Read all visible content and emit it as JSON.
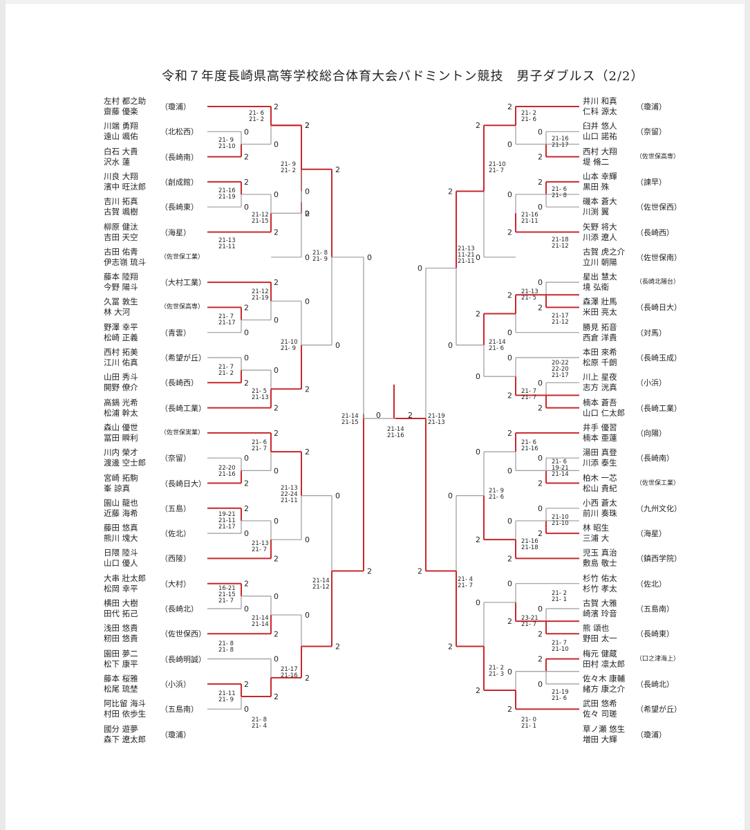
{
  "title": "令和７年度長崎県高等学校総合体育大会バドミントン競技　男子ダブルス（2/2）",
  "colors": {
    "winner": "#c8262b",
    "loser": "#9a9a9a",
    "text": "#222222"
  },
  "left_entries": [
    {
      "p1": "左村 都之助",
      "p2": "齋藤 優楽",
      "school": "（瓊浦）"
    },
    {
      "p1": "川端 勇翔",
      "p2": "遠山 颯佑",
      "school": "（北松西）"
    },
    {
      "p1": "白石 大貴",
      "p2": "沢水 蓮",
      "school": "（長崎南）"
    },
    {
      "p1": "川良 大翔",
      "p2": "濱中 旺汰郎",
      "school": "（創成館）"
    },
    {
      "p1": "吉川 拓真",
      "p2": "古賀 颯樹",
      "school": "（長崎東）"
    },
    {
      "p1": "柳原 健汰",
      "p2": "吉田 天空",
      "school": "（海星）"
    },
    {
      "p1": "古田 佑青",
      "p2": "伊志嶺 琉斗",
      "school": "（佐世保工業）",
      "small": true
    },
    {
      "p1": "藤本 陸翔",
      "p2": "今野 陽斗",
      "school": "（大村工業）"
    },
    {
      "p1": "久冨 敦生",
      "p2": "林 大河",
      "school": "（佐世保高専）",
      "small": true
    },
    {
      "p1": "野澤 幸平",
      "p2": "松崎 正義",
      "school": "（青雲）"
    },
    {
      "p1": "西村 拓美",
      "p2": "江川 佑真",
      "school": "（希望が丘）"
    },
    {
      "p1": "山田 秀斗",
      "p2": "開野 僚介",
      "school": "（長崎西）"
    },
    {
      "p1": "高鍋 光希",
      "p2": "松浦 幹太",
      "school": "（長崎工業）"
    },
    {
      "p1": "森山 優世",
      "p2": "冨田 瞬利",
      "school": "（佐世保実業）",
      "small": true
    },
    {
      "p1": "川内 榮才",
      "p2": "渡邊 空士郎",
      "school": "（奈留）"
    },
    {
      "p1": "宮崎 拓駒",
      "p2": "峯 諒真",
      "school": "（長崎日大）"
    },
    {
      "p1": "園山 龍也",
      "p2": "近藤 海希",
      "school": "（五島）"
    },
    {
      "p1": "藤田 悠真",
      "p2": "熊川 塊大",
      "school": "（佐北）"
    },
    {
      "p1": "日隈 陸斗",
      "p2": "山口 優人",
      "school": "（西陵）"
    },
    {
      "p1": "大串 壯太郎",
      "p2": "松岡 幸平",
      "school": "（大村）"
    },
    {
      "p1": "横田 大樹",
      "p2": "田代 拓己",
      "school": "（長崎北）"
    },
    {
      "p1": "浅田 悠貴",
      "p2": "籾田 悠貴",
      "school": "（佐世保西）"
    },
    {
      "p1": "園田 夢二",
      "p2": "松下 康平",
      "school": "（長崎明誠）"
    },
    {
      "p1": "藤本 桜雅",
      "p2": "松尾 琉埜",
      "school": "（小浜）"
    },
    {
      "p1": "阿比留 海斗",
      "p2": "村田 依歩生",
      "school": "（五島南）"
    },
    {
      "p1": "國分 遊夢",
      "p2": "森下 遼太郎",
      "school": "（瓊浦）"
    }
  ],
  "right_entries": [
    {
      "p1": "井川 和真",
      "p2": "仁科 源太",
      "school": "（瓊浦）"
    },
    {
      "p1": "臼井 悠人",
      "p2": "山口 諾祐",
      "school": "（奈留）"
    },
    {
      "p1": "西村 大翔",
      "p2": "堤 脩二",
      "school": "（佐世保高専）",
      "small": true
    },
    {
      "p1": "山本 幸輝",
      "p2": "黒田 殊",
      "school": "（諫早）"
    },
    {
      "p1": "磯本 蒼大",
      "p2": "川渕 翼",
      "school": "（佐世保西）"
    },
    {
      "p1": "矢野 将大",
      "p2": "川添 遼人",
      "school": "（長崎西）"
    },
    {
      "p1": "古賀 虎之介",
      "p2": "立川 朝陽",
      "school": "（佐世保南）"
    },
    {
      "p1": "星出 慧太",
      "p2": "境 弘衛",
      "school": "（長崎北陽台）",
      "small": true
    },
    {
      "p1": "森澤 壯馬",
      "p2": "米田 亮太",
      "school": "（長崎日大）"
    },
    {
      "p1": "勝見 拓音",
      "p2": "西倉 洋貴",
      "school": "（対馬）"
    },
    {
      "p1": "本田 來希",
      "p2": "松原 千朗",
      "school": "（長崎玉成）"
    },
    {
      "p1": "川上 星夜",
      "p2": "志方 洸真",
      "school": "（小浜）"
    },
    {
      "p1": "楠本 蒼吾",
      "p2": "山口 仁太郎",
      "school": "（長崎工業）"
    },
    {
      "p1": "井手 優習",
      "p2": "楠本 亜蓮",
      "school": "（向陽）"
    },
    {
      "p1": "湯田 真登",
      "p2": "川添 泰生",
      "school": "（長崎南）"
    },
    {
      "p1": "柏木 一芯",
      "p2": "松山 貴紀",
      "school": "（佐世保工業）",
      "small": true
    },
    {
      "p1": "小西 蒼太",
      "p2": "前川 奏珠",
      "school": "（九州文化）"
    },
    {
      "p1": "林 昭生",
      "p2": "三浦 大",
      "school": "（海星）"
    },
    {
      "p1": "児玉 真治",
      "p2": "敷島 敬士",
      "school": "（鎮西学院）"
    },
    {
      "p1": "杉竹 佑太",
      "p2": "杉竹 孝太",
      "school": "（佐北）"
    },
    {
      "p1": "古賀 大雅",
      "p2": "崎濱 玲音",
      "school": "（五島南）"
    },
    {
      "p1": "熊 頌也",
      "p2": "野田 太一",
      "school": "（長崎東）"
    },
    {
      "p1": "梅元 健蔵",
      "p2": "田村 凛太郎",
      "school": "（口之津海上）",
      "small": true
    },
    {
      "p1": "佐々木 康輔",
      "p2": "緒方 康之介",
      "school": "（長崎北）"
    },
    {
      "p1": "武田 悠希",
      "p2": "佐々 司瑳",
      "school": "（希望が丘）"
    },
    {
      "p1": "草ノ瀬 悠生",
      "p2": "増田 大輝",
      "school": "（瓊浦）"
    }
  ],
  "left_scores": [
    {
      "lines": [
        "21- 6",
        "21- 2"
      ],
      "slot": "a"
    },
    {
      "lines": [
        "21- 9",
        "21-10"
      ],
      "slot": "b"
    },
    {
      "lines": [
        "21- 9",
        "21- 2"
      ],
      "slot": "c"
    },
    {
      "lines": [
        "21-16",
        "21-19"
      ],
      "slot": "d"
    },
    {
      "lines": [
        "21-12",
        "21-15"
      ],
      "slot": "e"
    },
    {
      "lines": [
        "21-13",
        "21-11"
      ],
      "slot": "f"
    },
    {
      "lines": [
        "21- 8",
        "21- 9"
      ],
      "slot": "g"
    },
    {
      "lines": [
        "21-12",
        "21-19"
      ],
      "slot": "h"
    },
    {
      "lines": [
        "21- 7",
        "21-17"
      ],
      "slot": "i"
    },
    {
      "lines": [
        "21-10",
        "21- 9"
      ],
      "slot": "j"
    },
    {
      "lines": [
        "21- 7",
        "21- 2"
      ],
      "slot": "k"
    },
    {
      "lines": [
        "21- 5",
        "21-13"
      ],
      "slot": "l"
    },
    {
      "lines": [
        "21-14",
        "21-15"
      ],
      "slot": "m"
    },
    {
      "lines": [
        "21- 6",
        "21- 7"
      ],
      "slot": "n"
    },
    {
      "lines": [
        "22-20",
        "21-16"
      ],
      "slot": "o"
    },
    {
      "lines": [
        "21-13",
        "22-24",
        "21-11"
      ],
      "slot": "p"
    },
    {
      "lines": [
        "19-21",
        "21-11",
        "21-17"
      ],
      "slot": "q"
    },
    {
      "lines": [
        "21-13",
        "21- 7"
      ],
      "slot": "r"
    },
    {
      "lines": [
        "21-14",
        "21-12"
      ],
      "slot": "s"
    },
    {
      "lines": [
        "16-21",
        "21-15",
        "21- 7"
      ],
      "slot": "t"
    },
    {
      "lines": [
        "21-14",
        "21-14"
      ],
      "slot": "u"
    },
    {
      "lines": [
        "21- 8",
        "21- 8"
      ],
      "slot": "v"
    },
    {
      "lines": [
        "21-17",
        "21-16"
      ],
      "slot": "w"
    },
    {
      "lines": [
        "21-11",
        "21- 9"
      ],
      "slot": "x"
    },
    {
      "lines": [
        "21- 8",
        "21- 4"
      ],
      "slot": "y"
    }
  ],
  "right_scores": [
    {
      "lines": [
        "21- 2",
        "21- 6"
      ]
    },
    {
      "lines": [
        "21-16",
        "21-17"
      ]
    },
    {
      "lines": [
        "21-10",
        "21- 7"
      ]
    },
    {
      "lines": [
        "21- 6",
        "21- 8"
      ]
    },
    {
      "lines": [
        "21-16",
        "21-11"
      ]
    },
    {
      "lines": [
        "21-18",
        "21-12"
      ]
    },
    {
      "lines": [
        "21-13",
        "11-21",
        "21-11"
      ]
    },
    {
      "lines": [
        "21-13",
        "21- 5"
      ]
    },
    {
      "lines": [
        "21-17",
        "21-12"
      ]
    },
    {
      "lines": [
        "21-14",
        "21- 6"
      ]
    },
    {
      "lines": [
        "20-22",
        "22-20",
        "21-17"
      ]
    },
    {
      "lines": [
        "21- 7",
        "21- 7"
      ]
    },
    {
      "lines": [
        "21-19",
        "21-13"
      ]
    },
    {
      "lines": [
        "21- 6",
        "21-16"
      ]
    },
    {
      "lines": [
        "21- 6",
        "19-21",
        "21-14"
      ]
    },
    {
      "lines": [
        "21- 9",
        "21- 6"
      ]
    },
    {
      "lines": [
        "21-10",
        "21-10"
      ]
    },
    {
      "lines": [
        "21-16",
        "21-18"
      ]
    },
    {
      "lines": [
        "21- 4",
        "21- 7"
      ]
    },
    {
      "lines": [
        "21- 2",
        "21- 1"
      ]
    },
    {
      "lines": [
        "23-21",
        "21- 7"
      ]
    },
    {
      "lines": [
        "21- 7",
        "21-10"
      ]
    },
    {
      "lines": [
        "21- 2",
        "21- 3"
      ]
    },
    {
      "lines": [
        "21-19",
        "21- 6"
      ]
    },
    {
      "lines": [
        "21- 0",
        "21- 1"
      ]
    }
  ],
  "final_score": {
    "lines": [
      "21-14",
      "21-16"
    ],
    "left_games": "0",
    "right_games": "2"
  }
}
